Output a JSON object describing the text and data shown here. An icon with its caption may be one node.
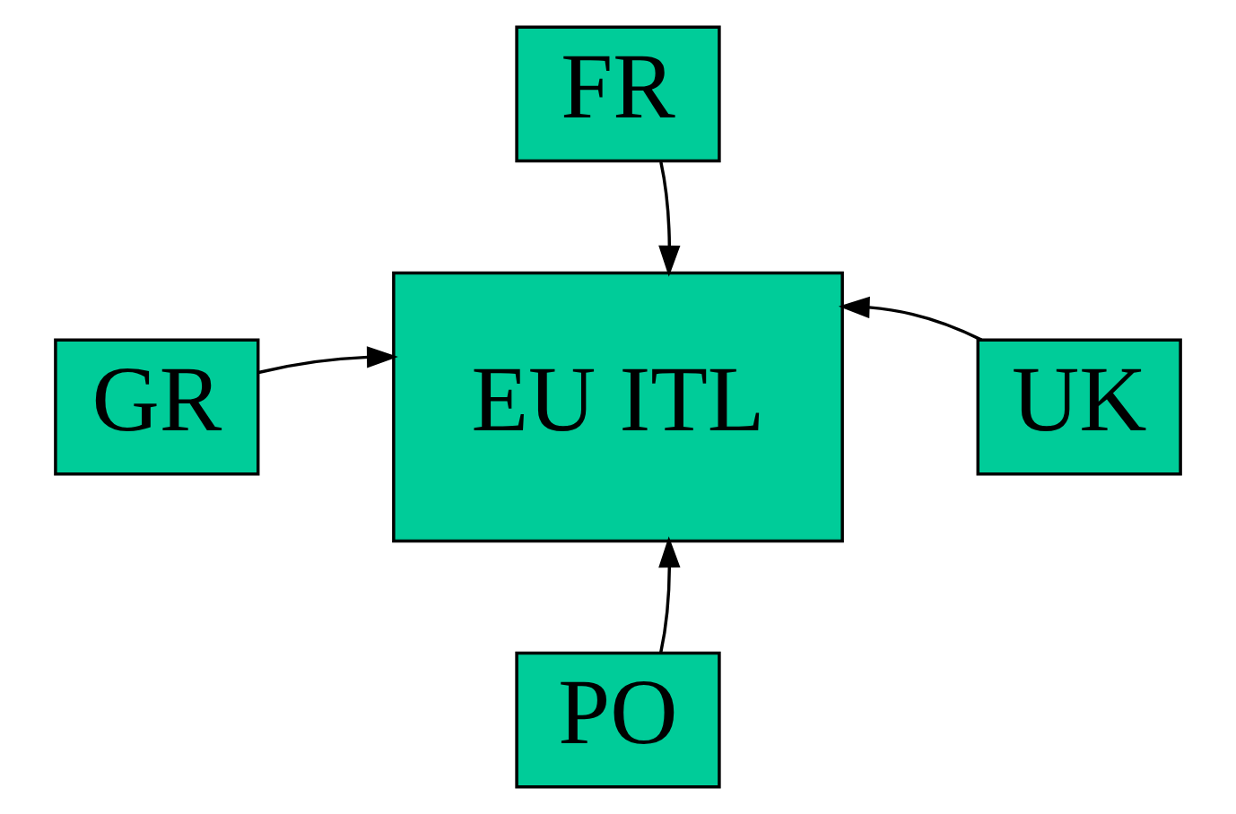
{
  "diagram": {
    "nodes": [
      {
        "text": [
          "FR"
        ]
      },
      {
        "text": [
          "GR"
        ]
      },
      {
        "text": [
          "EU ITL"
        ]
      },
      {
        "text": [
          "UK"
        ]
      },
      {
        "text": [
          "PO"
        ]
      }
    ],
    "edges": [
      {
        "from": 0,
        "to": 2,
        "arrow": "to"
      },
      {
        "from": 1,
        "to": 2,
        "arrow": "to"
      },
      {
        "from": 3,
        "to": 2,
        "arrow": "to"
      },
      {
        "from": 4,
        "to": 2,
        "arrow": "to"
      }
    ]
  }
}
